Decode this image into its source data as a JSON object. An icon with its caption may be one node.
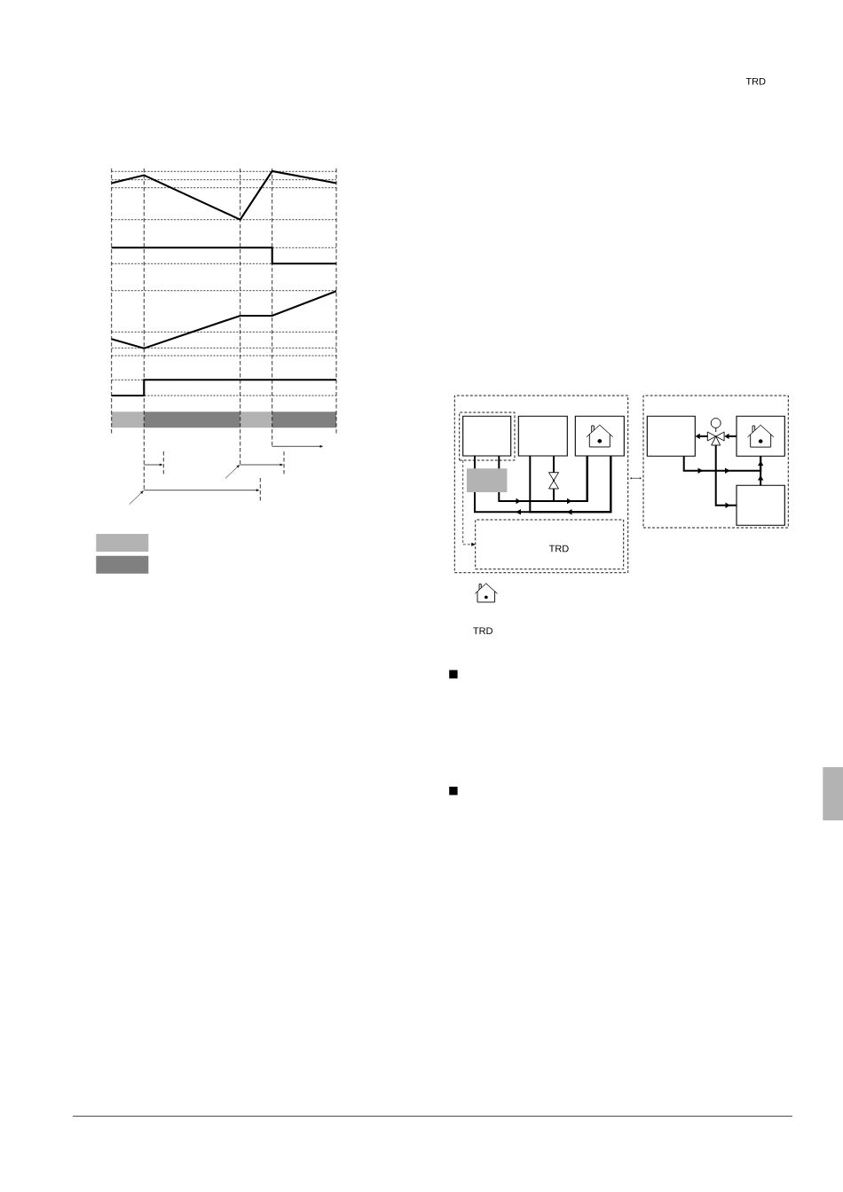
{
  "diagram": {
    "nodes": [
      {
        "text": [],
        "shape": "box"
      },
      {
        "text": [],
        "shape": "box",
        "in": 0
      },
      {
        "text": [],
        "shape": "box",
        "in": 1
      },
      {
        "text": [],
        "shape": "box",
        "in": 0
      },
      {
        "text": [],
        "shape": "box",
        "in": 0
      },
      {
        "text": [],
        "shape": "box",
        "in": 0
      },
      {
        "text": [
          "TRD"
        ],
        "in": 0
      },
      {
        "text": [],
        "shape": "box"
      },
      {
        "text": [],
        "shape": "box",
        "in": 7
      },
      {
        "text": [],
        "shape": "valve",
        "in": 7
      },
      {
        "text": [],
        "shape": "box",
        "in": 7
      },
      {
        "text": [],
        "shape": "box",
        "in": 7
      }
    ],
    "edges": [
      {
        "from": 1,
        "to": 6,
        "arrow": "to",
        "style": "dashed"
      },
      {
        "from": 0,
        "to": 7,
        "arrow": "both"
      },
      {
        "from": 2,
        "to": 5,
        "arrow": "none"
      },
      {
        "from": 2,
        "to": 5,
        "arrow": "none"
      },
      {
        "from": 5,
        "to": 4,
        "arrow": "to"
      },
      {
        "from": 3,
        "to": 4,
        "arrow": "to"
      },
      {
        "from": 4,
        "to": 5,
        "arrow": "to"
      },
      {
        "from": 4,
        "to": 3,
        "arrow": "to"
      },
      {
        "from": 10,
        "to": 9,
        "arrow": "to"
      },
      {
        "from": 9,
        "to": 8,
        "arrow": "to"
      },
      {
        "from": 9,
        "to": 11,
        "arrow": "to"
      },
      {
        "from": 8,
        "to": 10,
        "arrow": "to"
      },
      {
        "from": 11,
        "to": 10,
        "arrow": "to"
      }
    ],
    "labels": [
      "TRD",
      "TRD"
    ]
  }
}
